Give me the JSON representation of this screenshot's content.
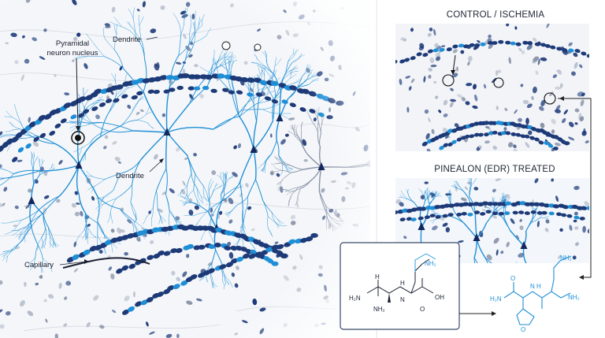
{
  "labels": {
    "pyramidal_line1": "Pyramidal",
    "pyramidal_line2": "neuron nucleus",
    "dendrite_top": "Dendrite",
    "dendrite_mid": "Dendrite",
    "capillary": "Capillary"
  },
  "panels": {
    "control_title": "CONTROL / ISCHEMIA",
    "treated_title": "PINEALON (EDR) TREATED"
  },
  "structure_left": {
    "nh2_a": "NH₂",
    "h2n": "H₂N",
    "h": "H",
    "nh2_b": "NH₂",
    "n_label": "N",
    "h_label": "H",
    "oh": "OH",
    "o_label": "O"
  },
  "structure_right": {
    "nh2_top": "NH₂",
    "h2n": "H₂N",
    "o_label": "O",
    "nh_label": "N",
    "h_label": "H",
    "nh2_right": "NH₂",
    "o_ring": "O"
  },
  "colors": {
    "nucleus": "#1d3a78",
    "nucleus_dark": "#12285e",
    "neuron_blue": "#1e8fd6",
    "panel_border": "#3a4a6a",
    "tissue_bg": "#f4f6f9"
  }
}
